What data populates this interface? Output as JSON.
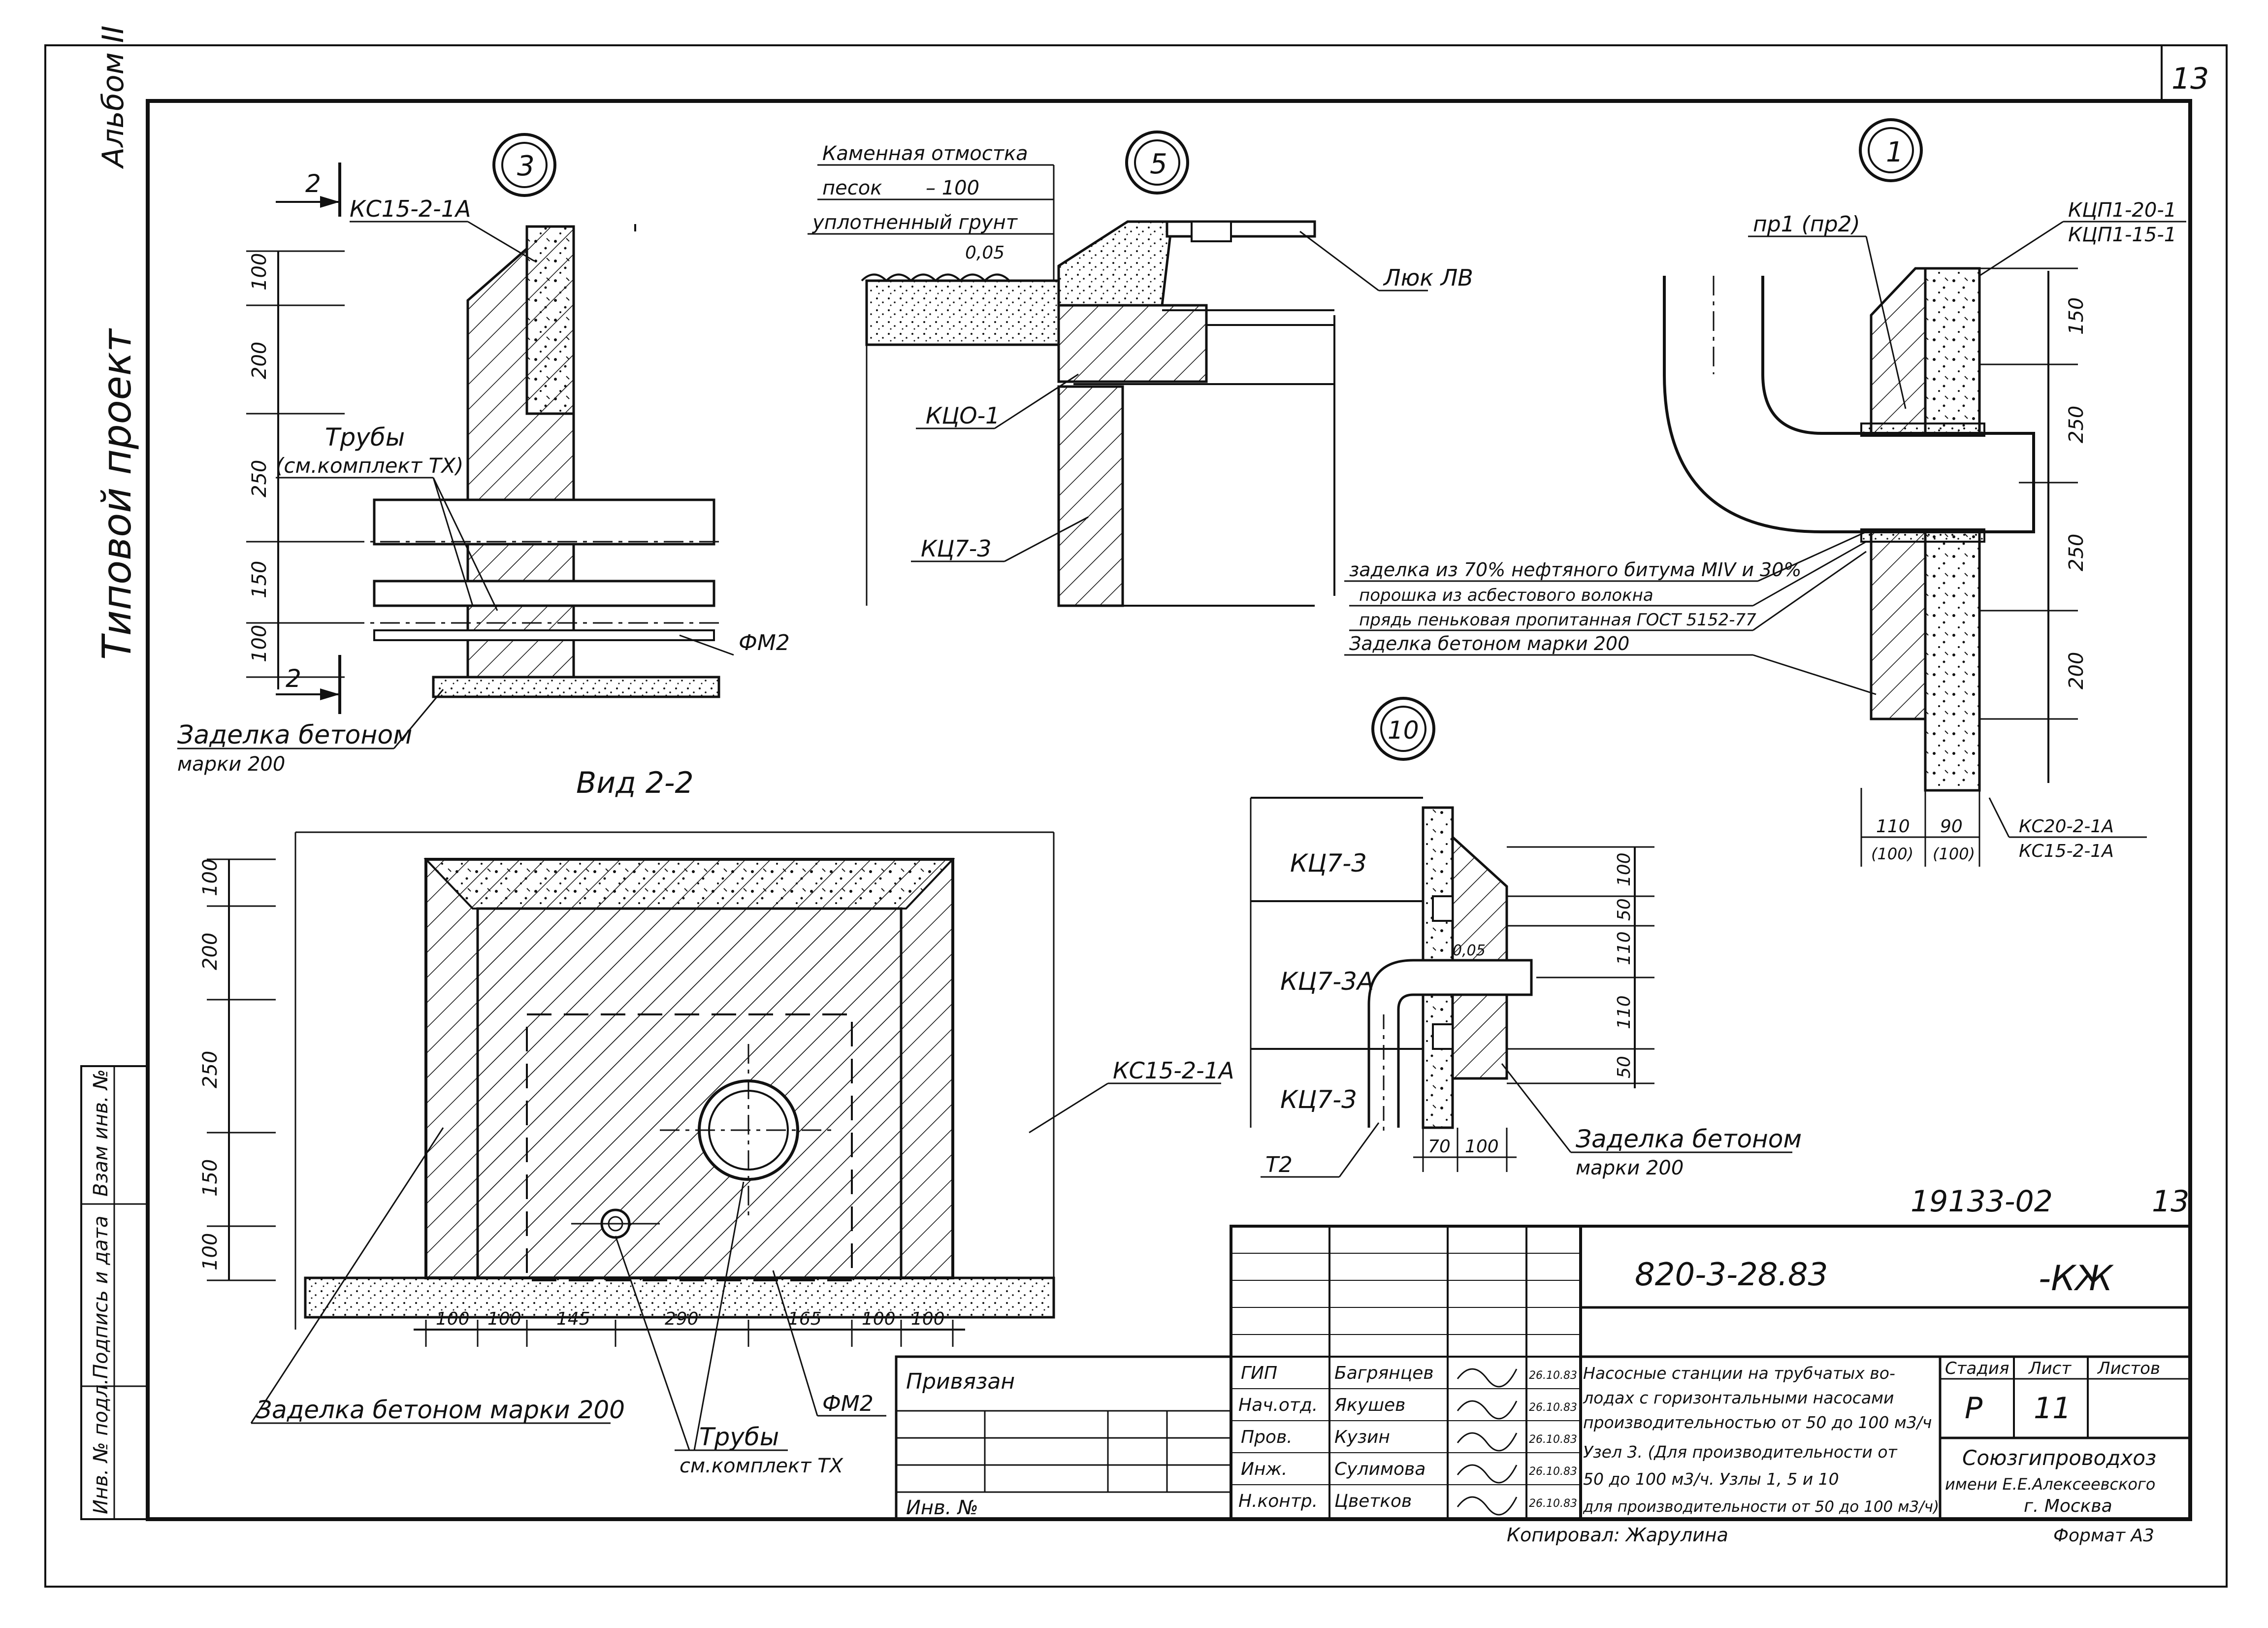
{
  "sheet": {
    "number": "13",
    "album": "Альбом II",
    "project_type": "Типовой проект",
    "drawing_number": "19133-02",
    "sheet_num_right": "13",
    "code": "820-3-28.83",
    "suffix": "-КЖ",
    "copied_by": "Копировал: Жарулина",
    "format": "Формат А3"
  },
  "side_stamp": {
    "inv_podl": "Инв. № подл.",
    "podpis": "Подпись и дата",
    "vzam": "Взам инв. №"
  },
  "nodes": {
    "n3": "3",
    "n5": "5",
    "n1": "1",
    "n10": "10"
  },
  "labels": {
    "kc15_top": "КС15-2-1А",
    "section_mark_top": "2",
    "section_mark_bot": "2",
    "pipes": "Трубы",
    "pipes_ref": "(см.комплект ТХ)",
    "fmg_3": "ФМ2",
    "zadelka_3a": "Заделка бетоном",
    "zadelka_3b": "марки 200",
    "kamen": "Каменная отмостка",
    "pesok": "песок",
    "pesok_val": "– 100",
    "grunt": "уплотненный грунт",
    "dim_005": "0,05",
    "lyuk": "Люк ЛВ",
    "kco1": "КЦО-1",
    "kc73": "КЦ7-3",
    "pr1": "пр1 (пр2)",
    "kcp1": "КЦП1-20-1",
    "kcp2": "КЦП1-15-1",
    "note1": "заделка из 70% нефтяного битума МIV и 30%",
    "note2": "порошка из асбестового волокна",
    "note3": "прядь пеньковая пропитанная ГОСТ 5152-77",
    "note4": "Заделка бетоном марки 200",
    "kc20": "КС20-2-1А",
    "kc15_bot": "КС15-2-1А",
    "d110": "110",
    "d100a": "(100)",
    "d90": "90",
    "d100b": "(100)",
    "view22": "Вид 2-2",
    "kc15_view": "КС15-2-1А",
    "zadelka_view": "Заделка бетоном марки 200",
    "fmg_view": "ФМ2",
    "pipes_view": "Трубы",
    "pipes_view_ref": "см.комплект ТХ",
    "kc73_10a": "КЦ7-3",
    "kc73a_10": "КЦ7-3А",
    "kc73_10b": "КЦ7-3",
    "t2": "Т2",
    "d70": "70",
    "d100_10": "100",
    "dim_005b": "0,05",
    "zadelka_10a": "Заделка бетоном",
    "zadelka_10b": "марки 200"
  },
  "dims": {
    "n3": [
      "100",
      "200",
      "250",
      "150",
      "100"
    ],
    "n1": [
      "150",
      "250",
      "250",
      "200"
    ],
    "view_v": [
      "100",
      "200",
      "250",
      "150",
      "100"
    ],
    "view_h": [
      "100",
      "100",
      "145",
      "290",
      "165",
      "100",
      "100"
    ],
    "n10": [
      "100",
      "50",
      "110",
      "110",
      "50"
    ]
  },
  "title_block": {
    "privyazan": "Привязан",
    "inv": "Инв. №",
    "roles": [
      "ГИП",
      "Нач.отд.",
      "Пров.",
      "Инж.",
      "Н.контр."
    ],
    "names": [
      "Багрянцев",
      "Якушев",
      "Кузин",
      "Сулимова",
      "Цветков"
    ],
    "dates": [
      "26.10.83",
      "26.10.83",
      "26.10.83",
      "26.10.83",
      "26.10.83"
    ],
    "title_l1": "Насосные станции на трубчатых во-",
    "title_l2": "лодах с горизонтальными насосами",
    "title_l3": "производительностью от 50 до 100 м3/ч",
    "sub_l1": "Узел 3. (Для производительности от",
    "sub_l2": "50 до 100 м3/ч.  Узлы 1, 5 и 10",
    "sub_l3": "для производительности от 50 до 100 м3/ч)",
    "stage_h": "Стадия",
    "sheet_h": "Лист",
    "sheets_h": "Листов",
    "stage": "Р",
    "sheet": "11",
    "org1": "Союзгипроводхоз",
    "org2": "имени Е.Е.Алексеевского",
    "org3": "г. Москва"
  }
}
